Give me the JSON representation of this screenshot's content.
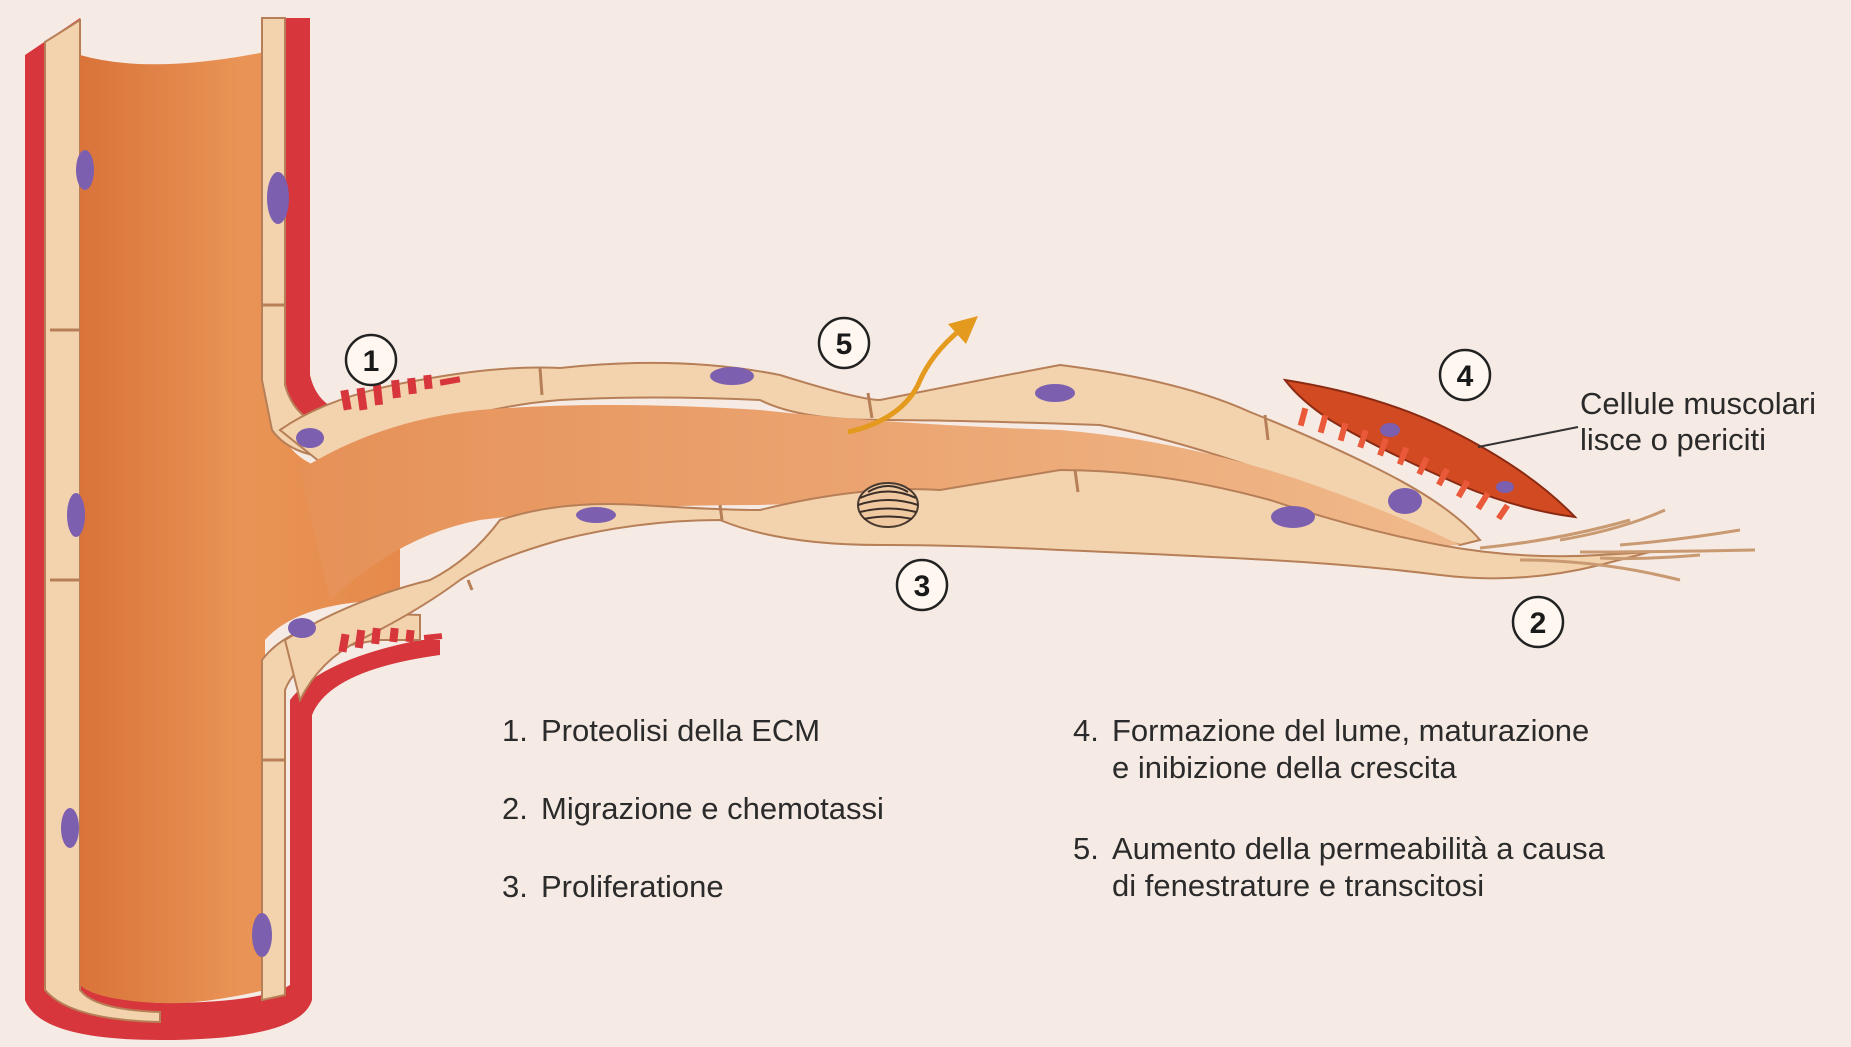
{
  "markers": {
    "m1": "1",
    "m2": "2",
    "m3": "3",
    "m4": "4",
    "m5": "5"
  },
  "annotation": {
    "line1": "Cellule muscolari",
    "line2": "lisce o periciti"
  },
  "legend": {
    "item1": {
      "num": "1.",
      "text": "Proteolisi della ECM"
    },
    "item2": {
      "num": "2.",
      "text": "Migrazione e chemotassi"
    },
    "item3": {
      "num": "3.",
      "text": "Proliferatione"
    },
    "item4": {
      "num": "4.",
      "line1": "Formazione del lume, maturazione",
      "line2": "e inibizione della crescita"
    },
    "item5": {
      "num": "5.",
      "line1": "Aumento della permeabilità a causa",
      "line2": "di fenestrature e transcitosi"
    }
  },
  "colors": {
    "vessel_wall": "#d6363c",
    "lumen": "#e38a4d",
    "endothelium": "#f3d3ad",
    "nucleus": "#7c5fae",
    "arrow": "#e39a1e",
    "pericyte": "#d24a22"
  }
}
